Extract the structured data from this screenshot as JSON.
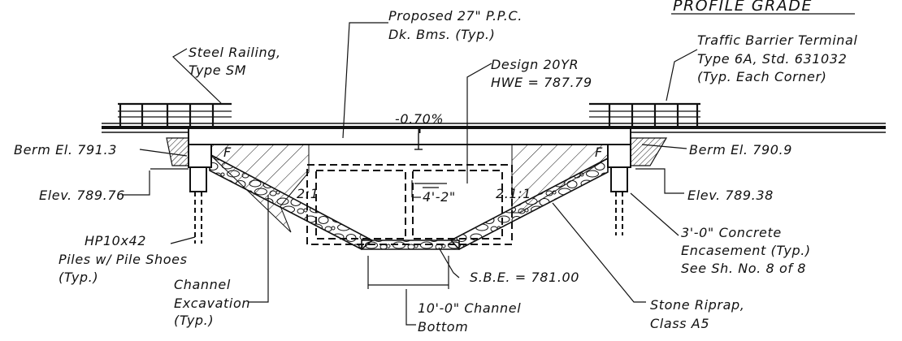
{
  "header": {
    "profile_grade": "PROFILE GRADE"
  },
  "labels": {
    "beams": [
      "Proposed 27\" P.P.C.",
      "Dk. Bms. (Typ.)"
    ],
    "steel_railing": [
      "Steel Railing,",
      "Type SM"
    ],
    "barrier_terminal": [
      "Traffic Barrier Terminal",
      "Type 6A, Std. 631032",
      "(Typ. Each Corner)"
    ],
    "design_hwe": [
      "Design 20YR",
      "HWE = 787.79"
    ],
    "slope_pct": "-0.70%",
    "berm_left": "Berm El. 791.3",
    "berm_right": "Berm El. 790.9",
    "elev_left": "Elev. 789.76",
    "elev_right": "Elev. 789.38",
    "depth": "4'-2\"",
    "slope_left": "2:1",
    "slope_right": "2.1:1",
    "f_left": "F",
    "f_right": "F",
    "piles": [
      "HP10x42",
      "Piles w/ Pile Shoes",
      "(Typ.)"
    ],
    "encasement": [
      "3'-0\" Concrete",
      "Encasement (Typ.)",
      "See Sh. No. 8 of 8"
    ],
    "sbe": "S.B.E. = 781.00",
    "channel_excavation": [
      "Channel",
      "Excavation",
      "(Typ.)"
    ],
    "channel_bottom": [
      "10'-0\" Channel",
      "Bottom"
    ],
    "riprap": [
      "Stone Riprap,",
      "Class A5"
    ]
  }
}
